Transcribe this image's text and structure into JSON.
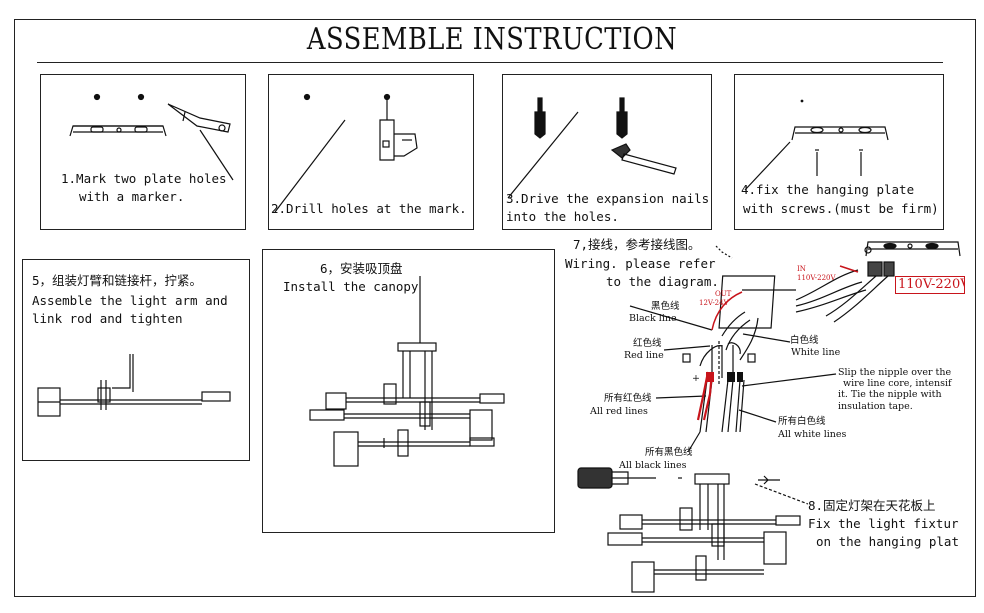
{
  "title": "ASSEMBLE INSTRUCTION",
  "steps": {
    "s1": {
      "line1": "1.Mark two plate holes",
      "line2": "with a marker."
    },
    "s2": {
      "line1": "2.Drill holes at the mark."
    },
    "s3": {
      "line1": "3.Drive the expansion nails",
      "line2": "into the holes."
    },
    "s4": {
      "line1": "4.fix the hanging plate",
      "line2": "with screws.(must be firm)"
    },
    "s5": {
      "cn": "5，组装灯臂和链接杆，拧紧。",
      "line1": "Assemble the light arm and",
      "line2": "link rod and tighten"
    },
    "s6": {
      "cn": "6，安装吸顶盘",
      "line1": "Install the canopy"
    },
    "s7": {
      "cn": "7,接线，参考接线图。",
      "line1": "Wiring. please refer",
      "line2": "to the diagram."
    },
    "s8": {
      "cn": "8.固定灯架在天花板上",
      "line1": "Fix the light fixtur",
      "line2": "on the hanging plat"
    }
  },
  "wiring": {
    "black_cn": "黑色线",
    "black_en": "Black line",
    "red_cn": "红色线",
    "red_en": "Red line",
    "white_cn": "白色线",
    "white_en": "White line",
    "all_red_cn": "所有红色线",
    "all_red_en": "All red lines",
    "all_white_cn": "所有白色线",
    "all_white_en": "All white lines",
    "all_black_cn": "所有黑色线",
    "all_black_en": "All black lines",
    "nipple_1": "Slip the nipple over the",
    "nipple_2": "wire line core, intensif",
    "nipple_3": "it. Tie the nipple with",
    "nipple_4": "insulation tape.",
    "in_label": "IN",
    "in_volt": "110V-220V",
    "out_label": "OUT",
    "out_volt": "12V-24V",
    "plus": "+",
    "minus": "-",
    "voltage_box": "110V-220V"
  },
  "colors": {
    "accent_red": "#c8141b",
    "line": "#222222"
  }
}
